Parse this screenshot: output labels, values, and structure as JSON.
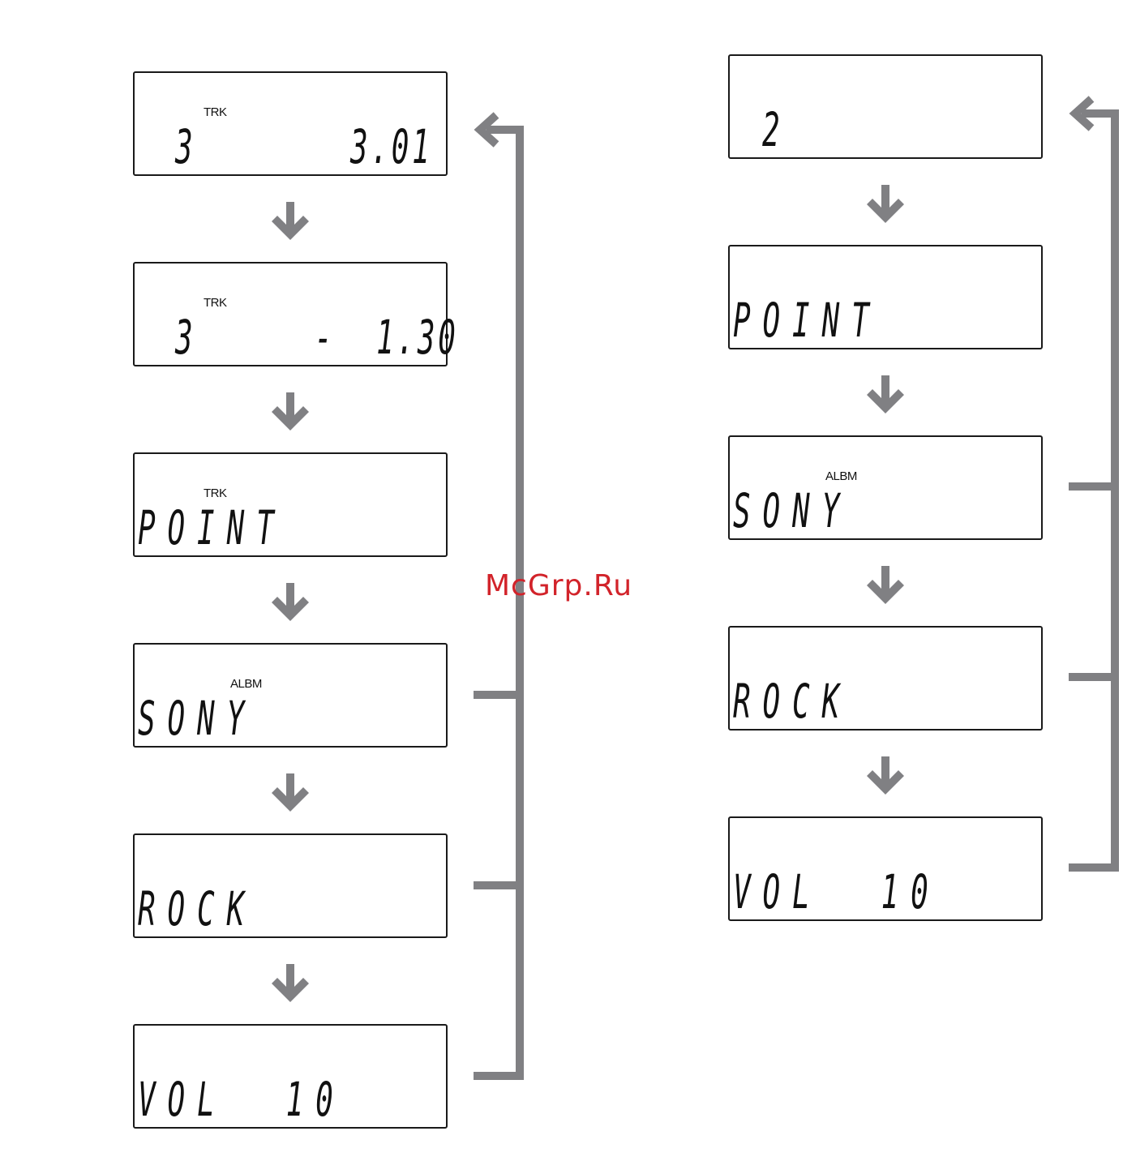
{
  "left_column": [
    {
      "indicator": "TRK",
      "main": "3",
      "right": "3.01"
    },
    {
      "indicator": "TRK",
      "main": "3",
      "right": "-  1.30"
    },
    {
      "indicator": "TRK",
      "main": "POINT",
      "right": ""
    },
    {
      "indicator": "ALBM",
      "main": "SONY",
      "right": ""
    },
    {
      "indicator": "",
      "main": "ROCK",
      "right": ""
    },
    {
      "indicator": "",
      "main": "VOL  10",
      "right": ""
    }
  ],
  "right_column": [
    {
      "indicator": "",
      "main": "2",
      "right": ""
    },
    {
      "indicator": "",
      "main": "POINT",
      "right": ""
    },
    {
      "indicator": "ALBM",
      "main": "SONY",
      "right": ""
    },
    {
      "indicator": "",
      "main": "ROCK",
      "right": ""
    },
    {
      "indicator": "",
      "main": "VOL  10",
      "right": ""
    }
  ],
  "watermark": "McGrp.Ru",
  "colors": {
    "arrow": "#808083",
    "border": "#1a1a1a",
    "watermark": "#d2232a"
  },
  "icons": [
    "down-arrow-icon",
    "return-arrow-icon"
  ]
}
